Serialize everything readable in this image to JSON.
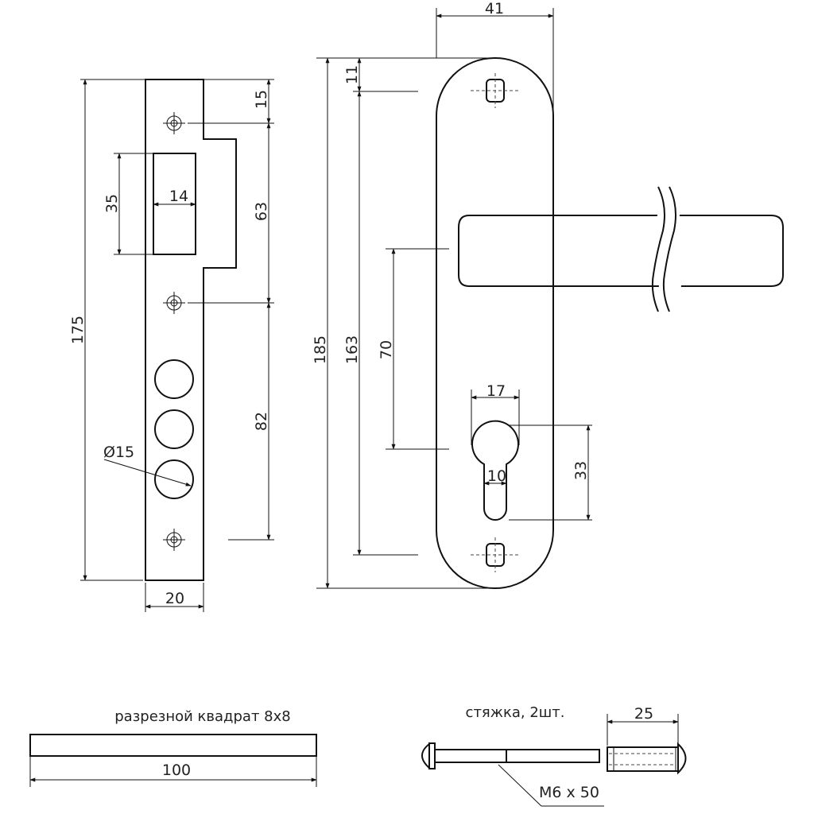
{
  "strike_plate": {
    "dim_15": "15",
    "dim_63": "63",
    "dim_82": "82",
    "dim_175": "175",
    "dim_35": "35",
    "dim_14": "14",
    "dim_20": "20",
    "dim_hole": "Ø15"
  },
  "handle_plate": {
    "dim_41": "41",
    "dim_11": "11",
    "dim_185": "185",
    "dim_163": "163",
    "dim_70": "70",
    "dim_17": "17",
    "dim_10": "10",
    "dim_33": "33"
  },
  "spindle": {
    "caption": "разрезной квадрат 8x8",
    "dim_100": "100"
  },
  "screw": {
    "caption": "стяжка, 2шт.",
    "dim_25": "25",
    "size_label": "М6 х 50"
  }
}
